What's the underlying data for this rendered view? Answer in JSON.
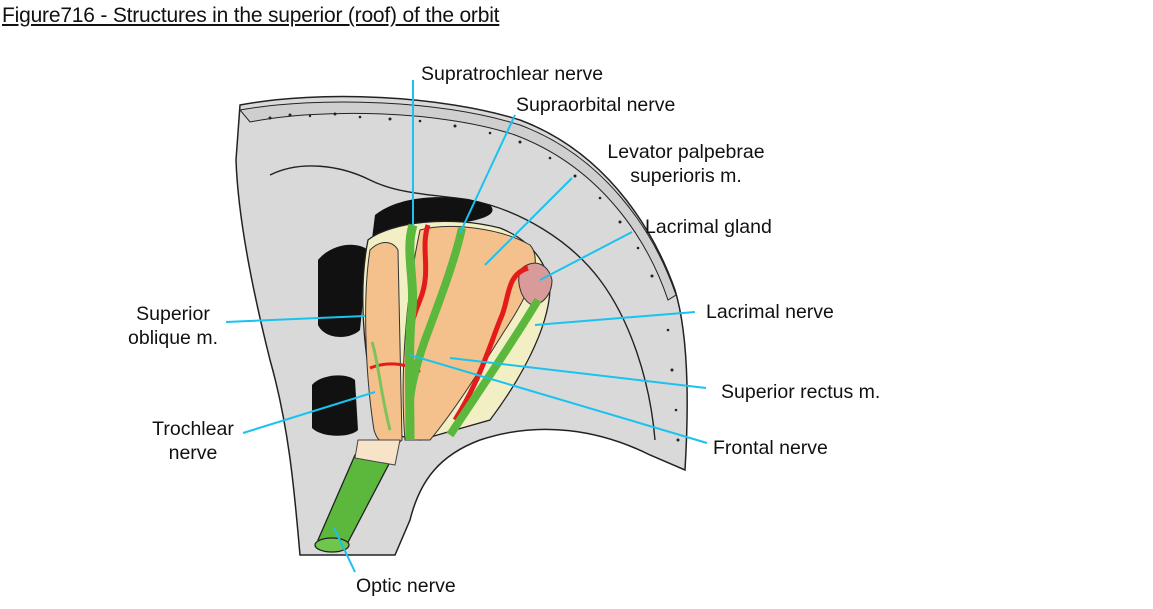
{
  "figure": {
    "title": "Figure716 - Structures in the superior (roof) of the orbit"
  },
  "labels": {
    "supratrochlear": "Supratrochlear nerve",
    "supraorbital": "Supraorbital nerve",
    "levator_line1": "Levator palpebrae",
    "levator_line2": "superioris m.",
    "lacrimal_gland": "Lacrimal gland",
    "lacrimal_nerve": "Lacrimal nerve",
    "superior_rectus": "Superior rectus m.",
    "frontal_nerve": "Frontal nerve",
    "superior_oblique_line1": "Superior",
    "superior_oblique_line2": "oblique m.",
    "trochlear_line1": "Trochlear",
    "trochlear_line2": "nerve",
    "optic_nerve": "Optic nerve"
  },
  "colors": {
    "leader_line": "#19c3ee",
    "nerve": "#5cb73d",
    "artery": "#e31b1b",
    "muscle": "#f4c08c",
    "fat": "#f3efc4",
    "bone": "#d9d9d9",
    "gland": "#d99a9a",
    "sinus": "#111111"
  }
}
